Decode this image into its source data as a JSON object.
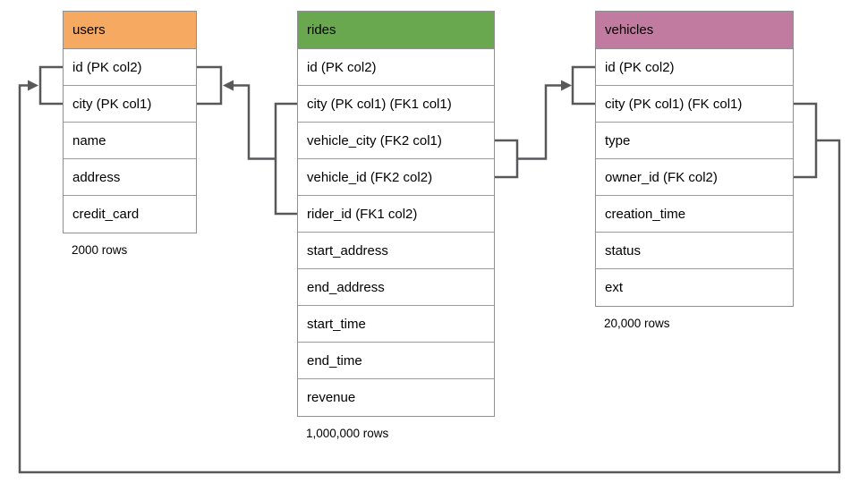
{
  "diagram": {
    "connector_color": "#58585b",
    "border_color": "#9c9c9c",
    "tables": [
      {
        "name": "users",
        "header_color": "#f6a960",
        "rows": [
          "id (PK col2)",
          "city (PK col1)",
          "name",
          "address",
          "credit_card"
        ],
        "footer": "2000 rows"
      },
      {
        "name": "rides",
        "header_color": "#6aa84f",
        "rows": [
          "id (PK col2)",
          "city (PK col1) (FK1 col1)",
          "vehicle_city (FK2 col1)",
          "vehicle_id (FK2 col2)",
          "rider_id (FK1 col2)",
          "start_address",
          "end_address",
          "start_time",
          "end_time",
          "revenue"
        ],
        "footer": "1,000,000 rows"
      },
      {
        "name": "vehicles",
        "header_color": "#c27ba0",
        "rows": [
          "id (PK col2)",
          "city (PK col1) (FK col1)",
          "type",
          "owner_id (FK col2)",
          "creation_time",
          "status",
          "ext"
        ],
        "footer": "20,000 rows"
      }
    ],
    "relationships": [
      {
        "from_table": "rides",
        "from_rows": [
          "city (PK col1) (FK1 col1)",
          "rider_id (FK1 col2)"
        ],
        "to_table": "users",
        "to_rows": [
          "id (PK col2)",
          "city (PK col1)"
        ]
      },
      {
        "from_table": "rides",
        "from_rows": [
          "vehicle_city (FK2 col1)",
          "vehicle_id (FK2 col2)"
        ],
        "to_table": "vehicles",
        "to_rows": [
          "id (PK col2)",
          "city (PK col1) (FK col1)"
        ]
      },
      {
        "from_table": "vehicles",
        "from_rows": [
          "city (PK col1) (FK col1)",
          "owner_id (FK col2)"
        ],
        "to_table": "users",
        "to_rows": [
          "id (PK col2)",
          "city (PK col1)"
        ]
      }
    ]
  }
}
